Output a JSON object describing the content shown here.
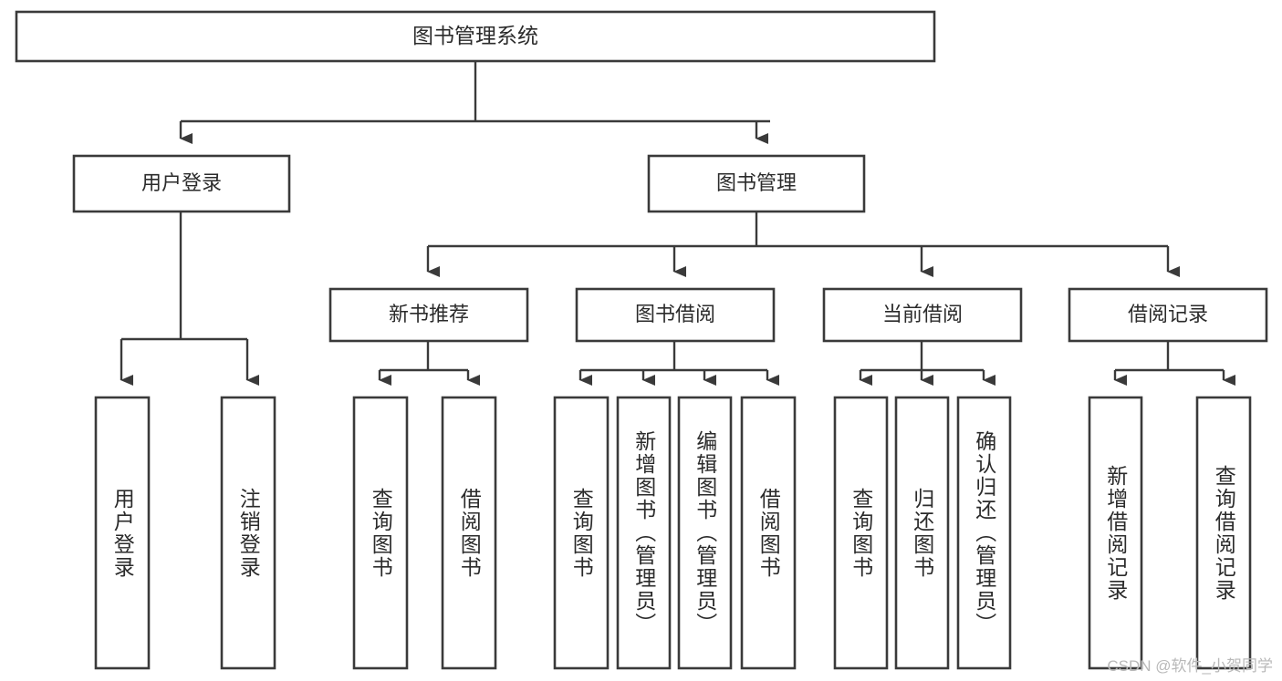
{
  "diagram": {
    "type": "tree",
    "title": "图书管理系统",
    "watermark": "CSDN @软件_小贺同学",
    "colors": {
      "stroke": "#3a3a3a",
      "fill": "#ffffff",
      "text": "#2b2b2b",
      "background": "#ffffff",
      "watermark": "#b9b9b9"
    },
    "levels": {
      "root": {
        "label": "图书管理系统"
      },
      "level2": [
        {
          "label": "用户登录"
        },
        {
          "label": "图书管理"
        }
      ],
      "level3": [
        {
          "label": "新书推荐"
        },
        {
          "label": "图书借阅"
        },
        {
          "label": "当前借阅"
        },
        {
          "label": "借阅记录"
        }
      ],
      "leaves": [
        {
          "label": "用户登录",
          "parent": "用户登录"
        },
        {
          "label": "注销登录",
          "parent": "用户登录"
        },
        {
          "label": "查询图书",
          "parent": "新书推荐"
        },
        {
          "label": "借阅图书",
          "parent": "新书推荐"
        },
        {
          "label": "查询图书",
          "parent": "图书借阅"
        },
        {
          "label": "新增图书（管理员）",
          "parent": "图书借阅"
        },
        {
          "label": "编辑图书（管理员）",
          "parent": "图书借阅"
        },
        {
          "label": "借阅图书",
          "parent": "图书借阅"
        },
        {
          "label": "查询图书",
          "parent": "当前借阅"
        },
        {
          "label": "归还图书",
          "parent": "当前借阅"
        },
        {
          "label": "确认归还（管理员）",
          "parent": "当前借阅"
        },
        {
          "label": "新增借阅记录",
          "parent": "借阅记录"
        },
        {
          "label": "查询借阅记录",
          "parent": "借阅记录"
        }
      ]
    }
  }
}
